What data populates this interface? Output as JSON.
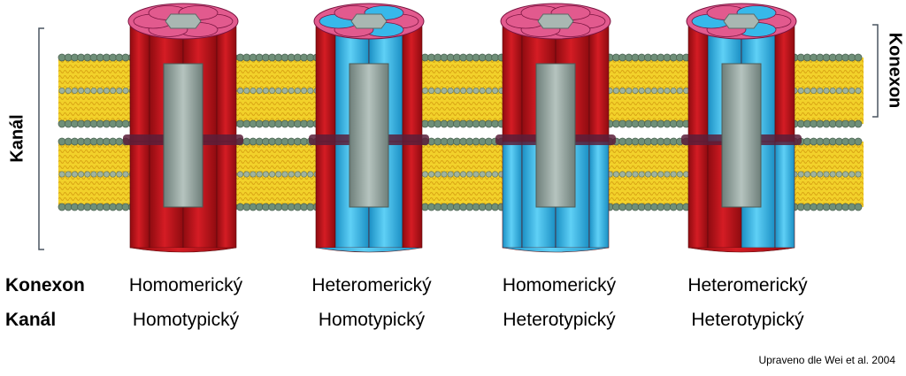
{
  "side_labels": {
    "left": "Kanál",
    "right": "Konexon"
  },
  "rows": [
    {
      "label": "Konexon",
      "values": [
        "Homomerický",
        "Heteromerický",
        "Homomerický",
        "Heteromerický"
      ]
    },
    {
      "label": "Kanál",
      "values": [
        "Homotypický",
        "Homotypický",
        "Heterotypický",
        "Heterotypický"
      ]
    }
  ],
  "colors": {
    "red": "#c0121a",
    "blue": "#37b8ea",
    "pink": "#e25a8e",
    "lipid_head": "#6f8f78",
    "lipid_tail": "#f2d12a"
  },
  "channels": [
    {
      "upper": "homo-red",
      "lower": "homo-red"
    },
    {
      "upper": "hetero-mixed",
      "lower": "hetero-mixed"
    },
    {
      "upper": "homo-red",
      "lower": "homo-blue"
    },
    {
      "upper": "hetero-mixed",
      "lower": "hetero-mixed-alt"
    }
  ],
  "credit": "Upraveno dle Wei et al. 2004"
}
